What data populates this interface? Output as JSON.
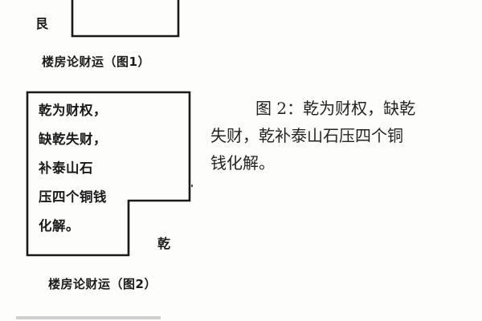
{
  "figure1": {
    "direction_label": "艮",
    "caption": "楼房论财运（图1）"
  },
  "figure2": {
    "box_lines": [
      "乾为财权，",
      "缺乾失财，",
      "补泰山石",
      "压四个铜钱",
      "化解。"
    ],
    "direction_label": "乾",
    "caption": "楼房论财运（图2）"
  },
  "description": {
    "lines": [
      "图 2：乾为财权，缺乾",
      "失财，乾补泰山石压四个铜",
      "钱化解。"
    ]
  },
  "colors": {
    "ink": "#1a1a1a",
    "paper": "#fdfdfb"
  }
}
